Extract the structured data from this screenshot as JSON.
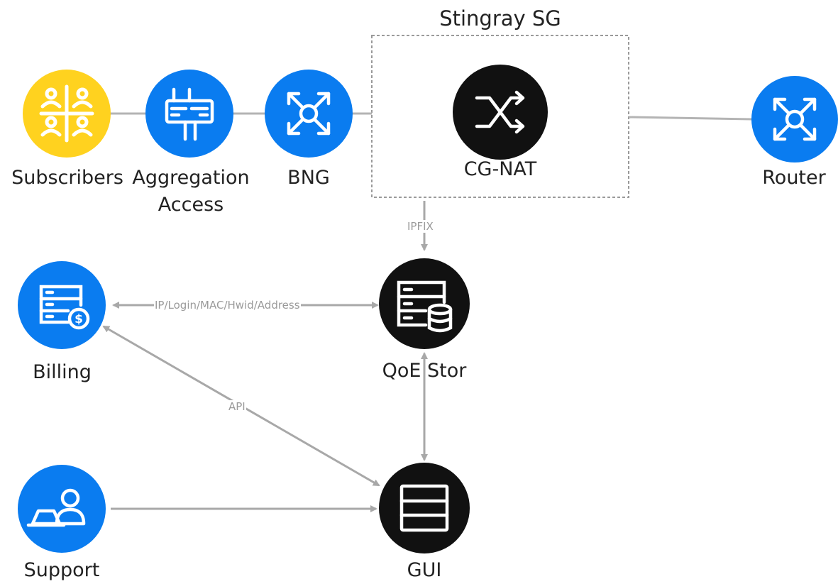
{
  "group": {
    "title": "Stingray SG"
  },
  "nodes": {
    "subscribers": {
      "label": "Subscribers",
      "icon": "users-grid-icon",
      "color": "#FFD21F"
    },
    "aggregation": {
      "label": "Aggregation",
      "label2": "Access",
      "icon": "switch-board-icon",
      "color": "#0A7CF0"
    },
    "bng": {
      "label": "BNG",
      "icon": "router-arrows-icon",
      "color": "#0A7CF0"
    },
    "cgnat": {
      "label": "CG-NAT",
      "icon": "shuffle-icon",
      "color": "#111111"
    },
    "router": {
      "label": "Router",
      "icon": "router-arrows-icon",
      "color": "#0A7CF0"
    },
    "billing": {
      "label": "Billing",
      "icon": "billing-server-icon",
      "color": "#0A7CF0"
    },
    "qoestor": {
      "label": "QoE Stor",
      "icon": "database-server-icon",
      "color": "#111111"
    },
    "support": {
      "label": "Support",
      "icon": "support-agent-icon",
      "color": "#0A7CF0"
    },
    "gui": {
      "label": "GUI",
      "icon": "server-rack-icon",
      "color": "#111111"
    }
  },
  "edges": {
    "ipfix": "IPFIX",
    "billing_qoe": "IP/Login/MAC/Hwid/Address",
    "api": "API"
  }
}
